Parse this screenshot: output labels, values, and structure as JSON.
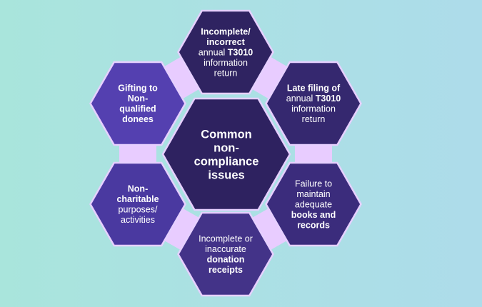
{
  "colors": {
    "connector": "#e8ccff",
    "stroke": "#e6d0ff",
    "center": "#2e2260"
  },
  "center": {
    "color": "#2e2260",
    "lines": [
      [
        {
          "t": "Common",
          "b": true
        }
      ],
      [
        {
          "t": "non-",
          "b": true
        }
      ],
      [
        {
          "t": "compliance",
          "b": true
        }
      ],
      [
        {
          "t": "issues",
          "b": true
        }
      ]
    ]
  },
  "hexes": [
    {
      "id": "incomplete-t3010",
      "color": "#2f2361",
      "lines": [
        [
          {
            "t": "Incomplete/",
            "b": true
          }
        ],
        [
          {
            "t": "incorrect",
            "b": true
          }
        ],
        [
          {
            "t": "annual ",
            "b": false
          },
          {
            "t": "T3010",
            "b": true
          }
        ],
        [
          {
            "t": "information",
            "b": false
          }
        ],
        [
          {
            "t": "return",
            "b": false
          }
        ]
      ]
    },
    {
      "id": "late-filing",
      "color": "#35286f",
      "lines": [
        [
          {
            "t": "Late filing of",
            "b": true
          }
        ],
        [
          {
            "t": "annual ",
            "b": false
          },
          {
            "t": "T3010",
            "b": true
          }
        ],
        [
          {
            "t": "information",
            "b": false
          }
        ],
        [
          {
            "t": "return",
            "b": false
          }
        ]
      ]
    },
    {
      "id": "books-records",
      "color": "#3b2c7c",
      "lines": [
        [
          {
            "t": "Failure to",
            "b": false
          }
        ],
        [
          {
            "t": "maintain",
            "b": false
          }
        ],
        [
          {
            "t": "adequate",
            "b": false
          }
        ],
        [
          {
            "t": "books and",
            "b": true
          }
        ],
        [
          {
            "t": "records",
            "b": true
          }
        ]
      ]
    },
    {
      "id": "donation-receipts",
      "color": "#433388",
      "lines": [
        [
          {
            "t": "Incomplete or",
            "b": false
          }
        ],
        [
          {
            "t": "inaccurate",
            "b": false
          }
        ],
        [
          {
            "t": "donation",
            "b": true
          }
        ],
        [
          {
            "t": "receipts",
            "b": true
          }
        ]
      ]
    },
    {
      "id": "non-charitable",
      "color": "#4a39a0",
      "lines": [
        [
          {
            "t": "Non-",
            "b": true
          }
        ],
        [
          {
            "t": "charitable",
            "b": true
          }
        ],
        [
          {
            "t": "purposes/",
            "b": false
          }
        ],
        [
          {
            "t": "activities",
            "b": false
          }
        ]
      ]
    },
    {
      "id": "gifting-non-qualified",
      "color": "#5440b0",
      "lines": [
        [
          {
            "t": "Gifting to",
            "b": true
          }
        ],
        [
          {
            "t": "Non-",
            "b": true
          }
        ],
        [
          {
            "t": "qualified",
            "b": true
          }
        ],
        [
          {
            "t": "donees",
            "b": true
          }
        ]
      ]
    }
  ]
}
